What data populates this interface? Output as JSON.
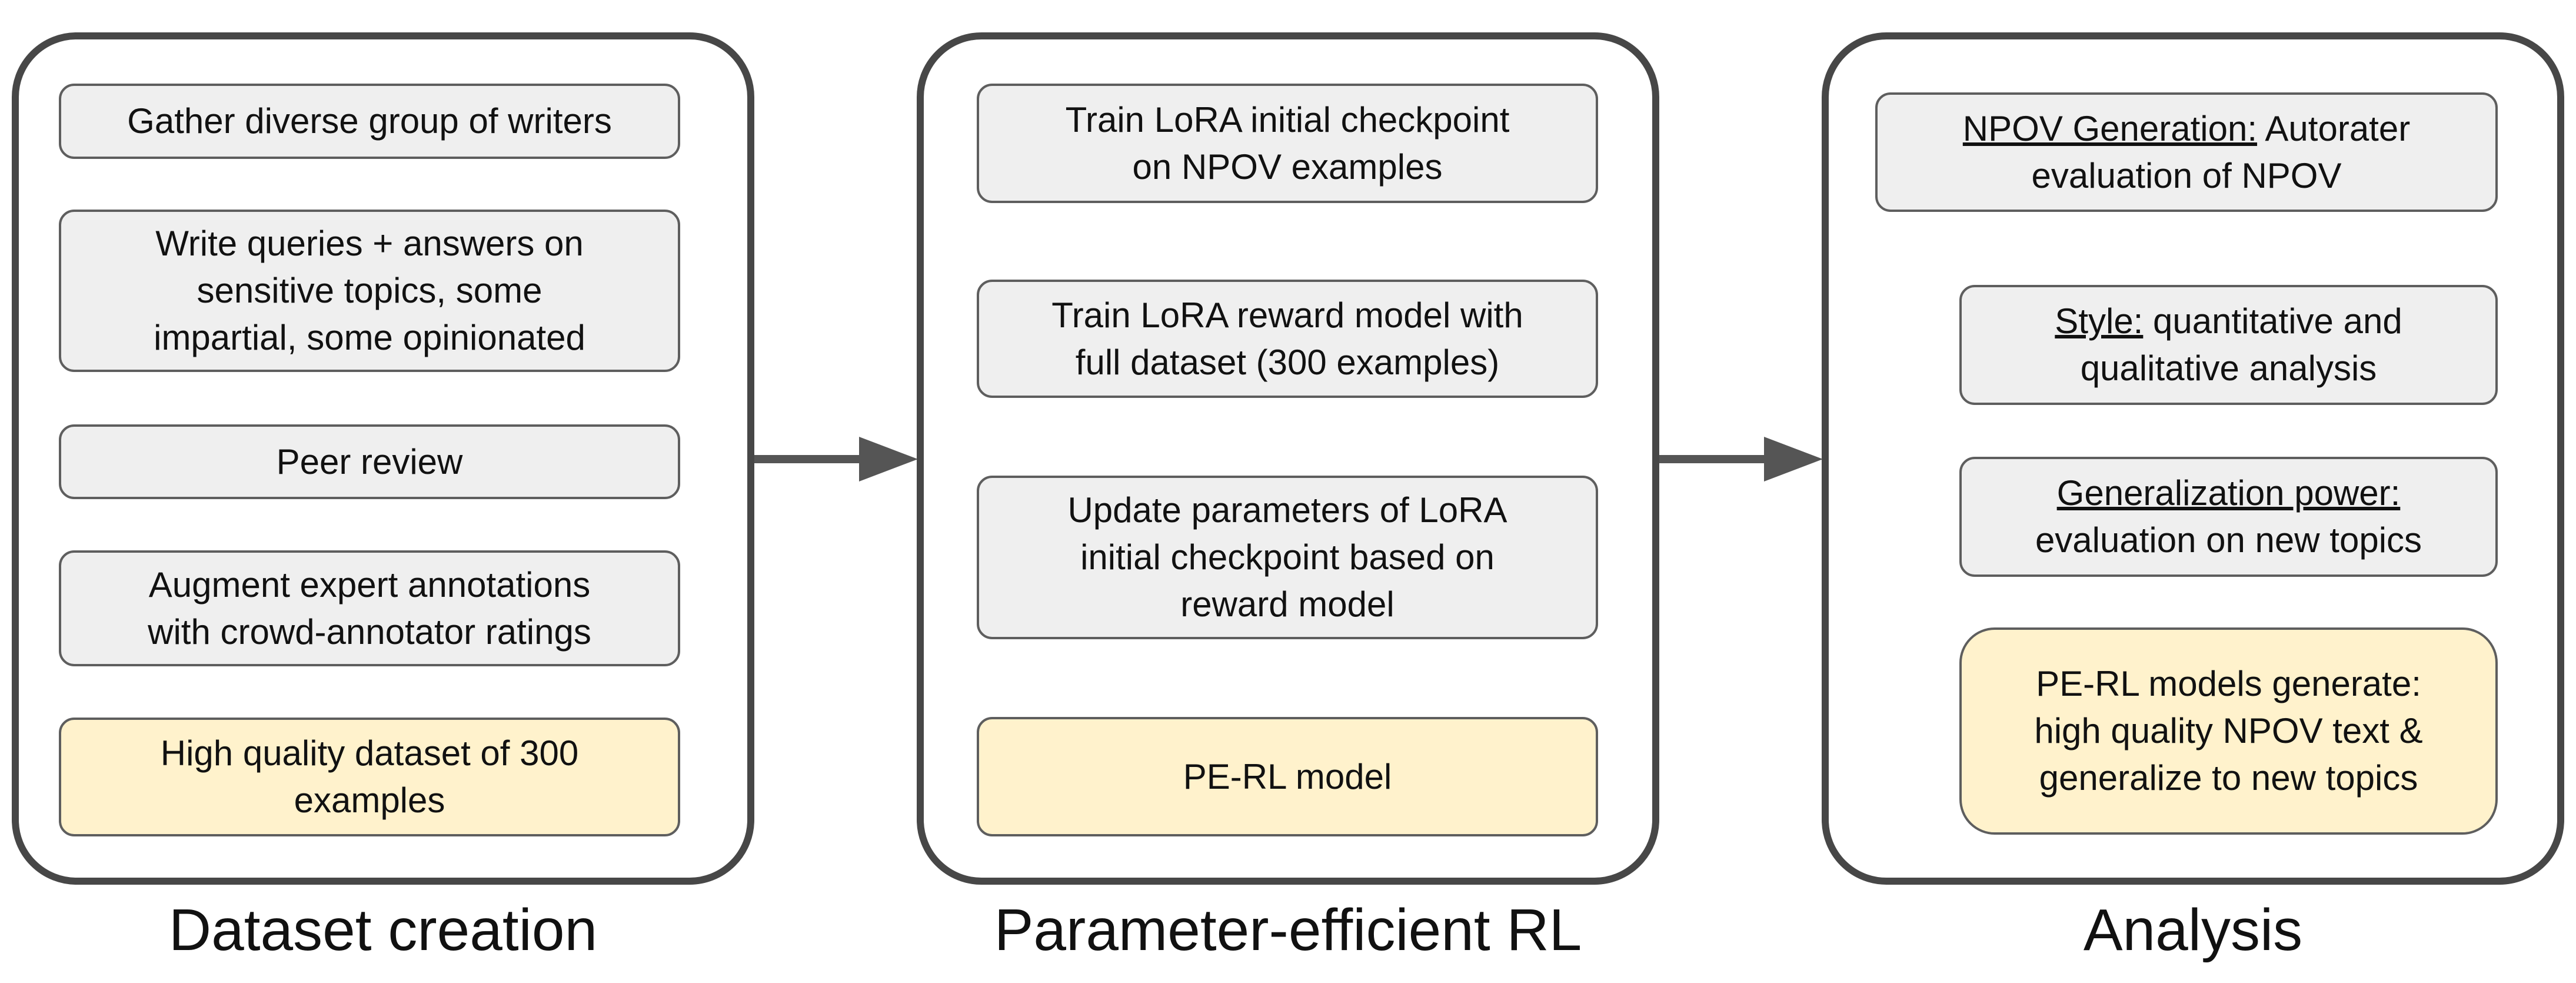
{
  "columns": [
    {
      "caption": "Dataset creation",
      "nodes": [
        {
          "text": "Gather diverse group of writers"
        },
        {
          "text": "Write queries + answers on\nsensitive topics, some\nimpartial, some opinionated"
        },
        {
          "text": "Peer review"
        },
        {
          "text": "Augment expert annotations\nwith crowd-annotator ratings"
        },
        {
          "text": "High quality dataset of 300\nexamples"
        }
      ]
    },
    {
      "caption": "Parameter-efficient RL",
      "nodes": [
        {
          "text": "Train LoRA initial checkpoint\non NPOV examples"
        },
        {
          "text": "Train LoRA reward model with\nfull dataset (300 examples)"
        },
        {
          "text": "Update parameters of LoRA\ninitial checkpoint based on\nreward model"
        },
        {
          "text": "PE-RL model"
        }
      ]
    },
    {
      "caption": "Analysis",
      "nodes": [
        {
          "label": "NPOV Generation:",
          "text": " Autorater\nevaluation of NPOV"
        },
        {
          "label": "Style:",
          "text": " quantitative and\nqualitative analysis"
        },
        {
          "label": "Generalization power:",
          "text": "\nevaluation on new topics"
        },
        {
          "text": "PE-RL models generate:\nhigh quality NPOV text &\ngeneralize to new topics"
        }
      ]
    }
  ],
  "colors": {
    "border": "#474747",
    "node_fill": "#efefef",
    "highlight_fill": "#fff2cc",
    "arrow": "#555555"
  }
}
